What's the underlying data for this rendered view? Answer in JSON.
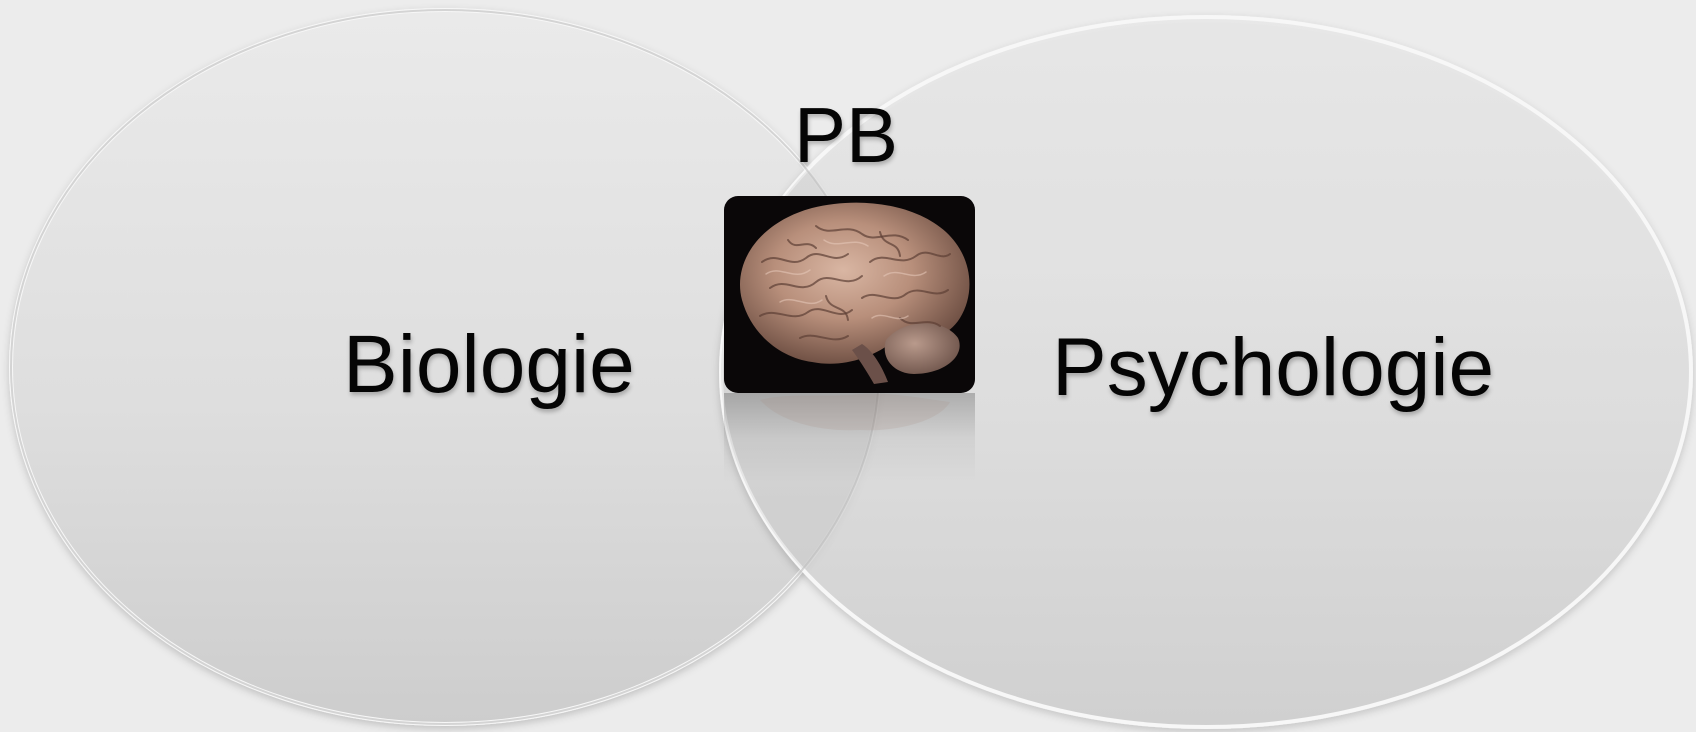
{
  "diagram": {
    "type": "venn",
    "sets": [
      {
        "label": "Biologie"
      },
      {
        "label": "Psychologie"
      }
    ],
    "intersection": {
      "label": "PB",
      "image": "brain-photo"
    }
  },
  "colors": {
    "background": "#ececec",
    "circle_fill": "#dcdcdc",
    "text": "#050505"
  }
}
